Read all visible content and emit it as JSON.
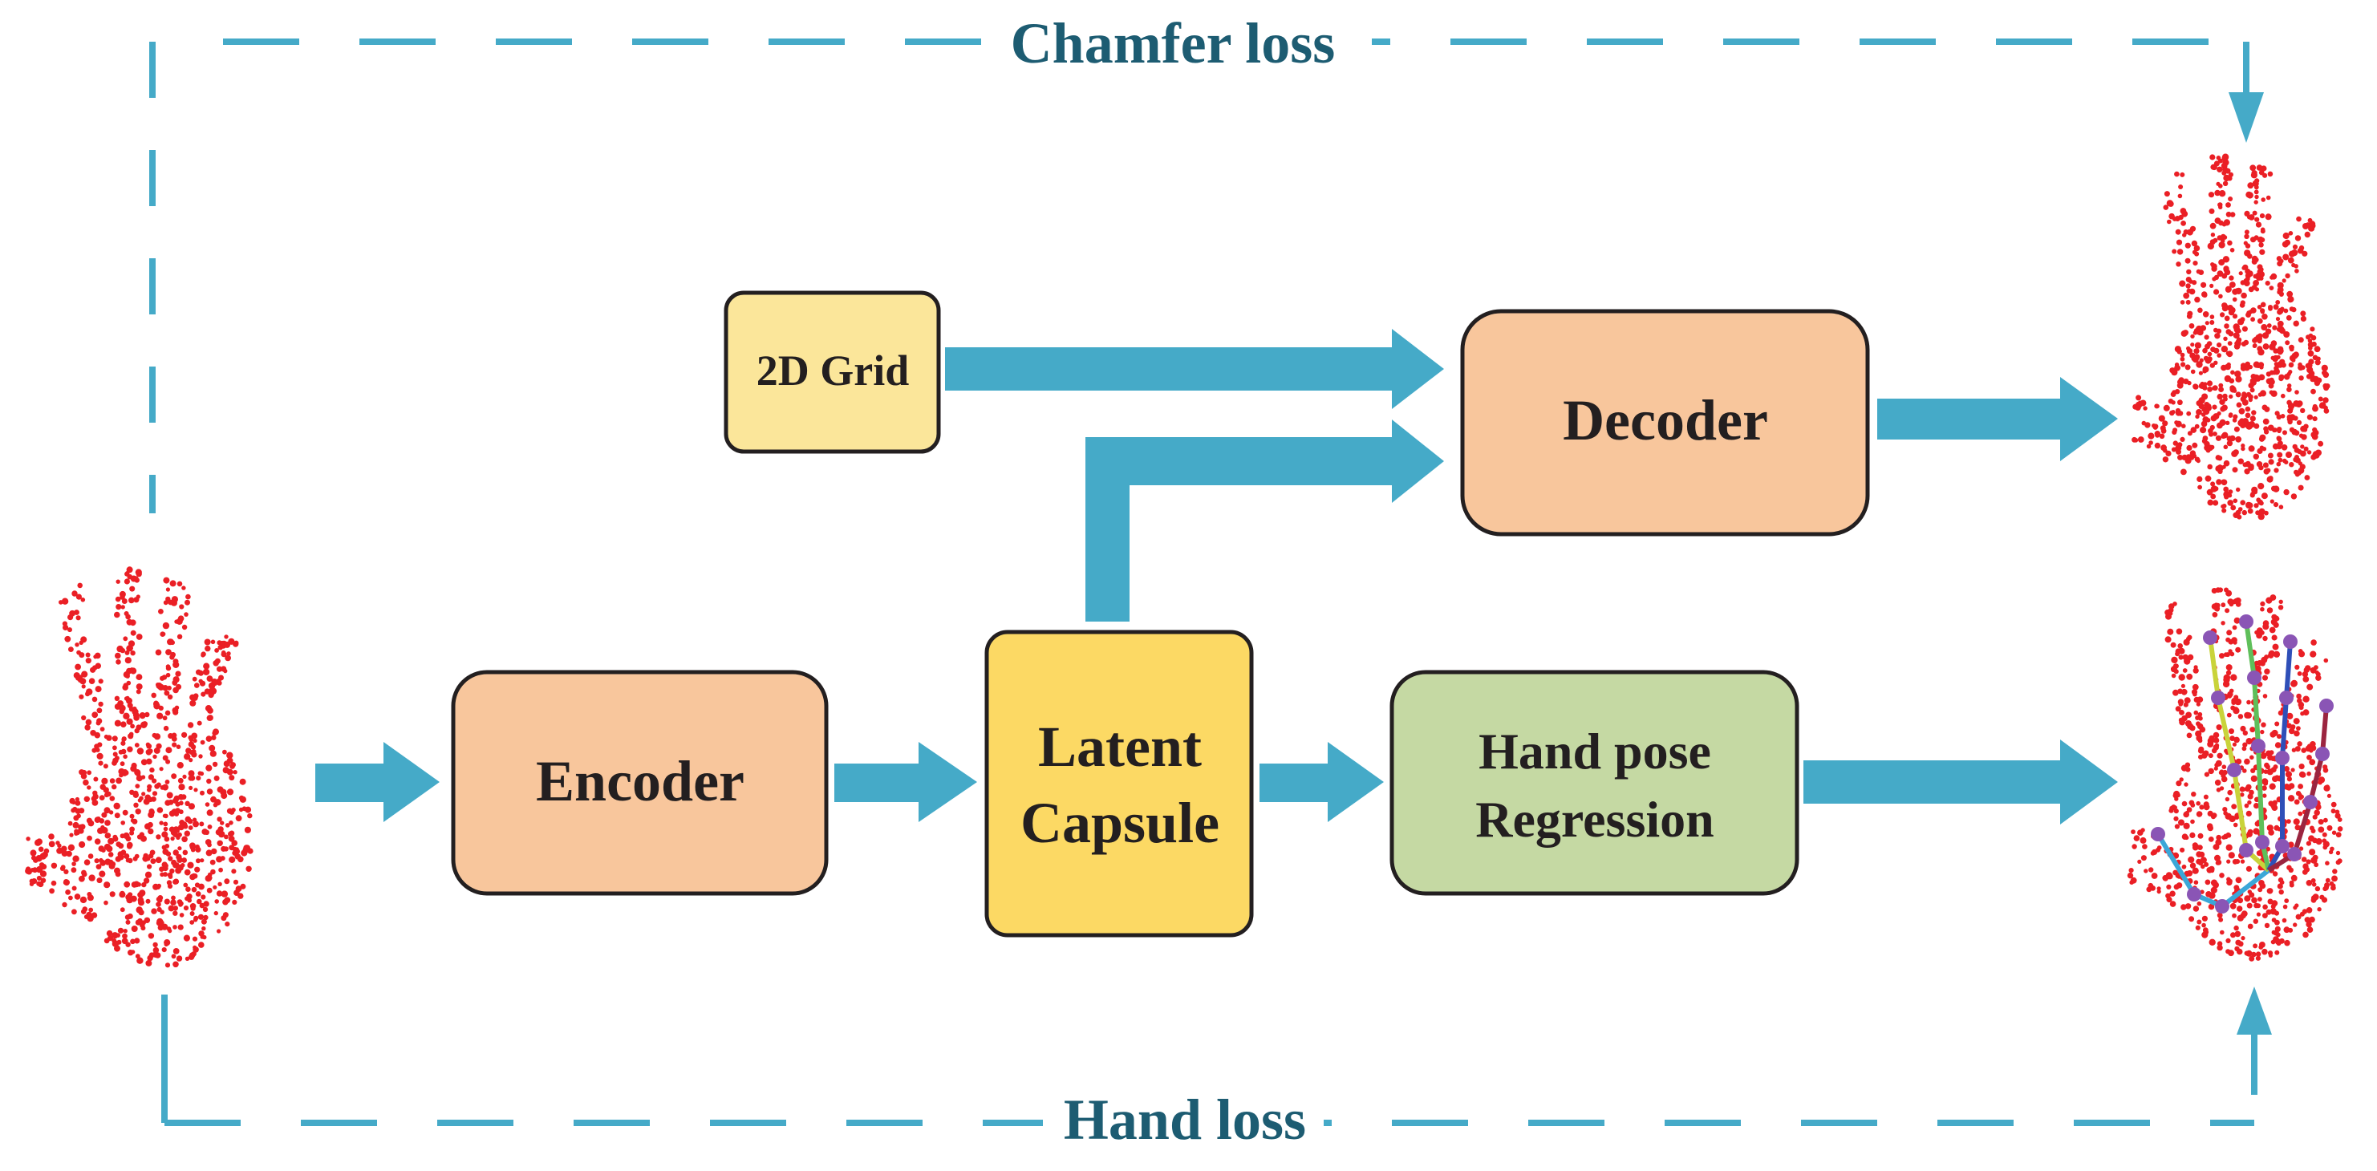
{
  "colors": {
    "arrow": "#45aac8",
    "loss_text": "#1d5c72",
    "box_border": "#231f20",
    "grid_fill": "#fbe69a",
    "encoder_fill": "#f8c69c",
    "decoder_fill": "#f8c69c",
    "latent_fill": "#fcd964",
    "regression_fill": "#c5d9a3",
    "points": "#ea1f25",
    "joint": "#8a55b5"
  },
  "labels": {
    "chamfer_loss": "Chamfer loss",
    "hand_loss": "Hand loss",
    "grid": "2D Grid",
    "decoder": "Decoder",
    "encoder": "Encoder",
    "latent_line1": "Latent",
    "latent_line2": "Capsule",
    "regression_line1": "Hand pose",
    "regression_line2": "Regression"
  },
  "icons": {
    "input_cloud": "hand-point-cloud-icon",
    "reconstruction": "reconstructed-hand-point-cloud-icon",
    "pose": "hand-skeleton-pose-icon"
  },
  "skeleton": {
    "finger_colors": [
      "#3aa7d8",
      "#c9d33a",
      "#5fbf5a",
      "#2f4fb8",
      "#9b2540"
    ]
  }
}
